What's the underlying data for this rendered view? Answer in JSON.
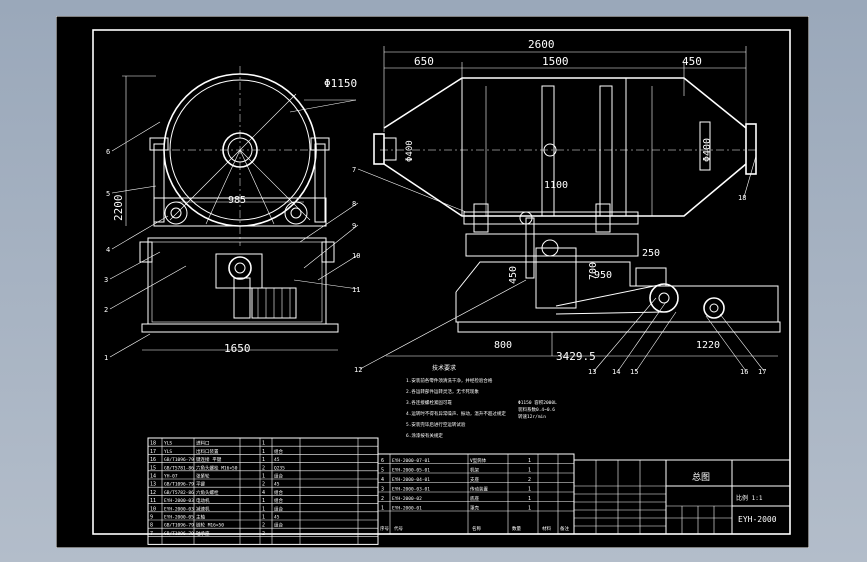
{
  "drawing": {
    "dimensions": {
      "front_dia": "Φ1150",
      "front_height": "2200",
      "front_mid_width": "985",
      "front_base_width": "1650",
      "side_total": "2600",
      "side_left": "650",
      "side_mid": "1500",
      "side_right": "450",
      "side_pipe_dia": "Φ400",
      "side_inner": "1100",
      "side_h450": "450",
      "side_700": "700",
      "side_950": "950",
      "side_250": "250",
      "side_800": "800",
      "side_3429": "3429.5",
      "side_1220": "1220"
    },
    "balloons": [
      "1",
      "2",
      "3",
      "4",
      "5",
      "6",
      "7",
      "8",
      "9",
      "10",
      "11",
      "12",
      "13",
      "14",
      "15",
      "16",
      "17",
      "18"
    ],
    "notes": [
      "1.安装前各零件须清洗干净，并经检验合格",
      "2.各运转部件运转灵活，无卡死现象",
      "3.各连接螺栓紧固可靠",
      "4.运转时不得有异常噪声、振动，温升不超过规定",
      "5.安装完毕后进行空运转试验",
      "6.涂漆按有关规定"
    ],
    "notes_title": "技术要求",
    "side_note": [
      "Φ1150 容积2000L",
      "装料系数0.4~0.6",
      "转速12r/min"
    ],
    "parts": [
      {
        "no": "18",
        "code": "YLS",
        "name": "进料口",
        "qty": "1",
        "mat": "",
        "note": ""
      },
      {
        "no": "17",
        "code": "YLS",
        "name": "出料口装置",
        "qty": "1",
        "mat": "组合",
        "note": ""
      },
      {
        "no": "16",
        "code": "GB/T1096-79",
        "name": "键连接 平键",
        "qty": "1",
        "mat": "45",
        "note": ""
      },
      {
        "no": "15",
        "code": "GB/T5781-86",
        "name": "六角头螺栓 M16×50",
        "qty": "2",
        "mat": "Q235",
        "note": ""
      },
      {
        "no": "14",
        "code": "YH-07",
        "name": "张紧轮",
        "qty": "1",
        "mat": "组合",
        "note": ""
      },
      {
        "no": "13",
        "code": "GB/T1096-79",
        "name": "平键",
        "qty": "2",
        "mat": "45",
        "note": ""
      },
      {
        "no": "12",
        "code": "GB/T5782-86",
        "name": "六角头螺栓",
        "qty": "4",
        "mat": "组合",
        "note": ""
      },
      {
        "no": "11",
        "code": "EYH-2000-03",
        "name": "电动机",
        "qty": "1",
        "mat": "组合",
        "note": ""
      },
      {
        "no": "10",
        "code": "EYH-2000-03",
        "name": "减速机",
        "qty": "1",
        "mat": "组合",
        "note": ""
      },
      {
        "no": "9",
        "code": "EYH-2000-05",
        "name": "主轴",
        "qty": "1",
        "mat": "45",
        "note": ""
      },
      {
        "no": "8",
        "code": "GB/T1096-79",
        "name": "链轮 M16×50",
        "qty": "2",
        "mat": "组合",
        "note": ""
      },
      {
        "no": "7",
        "code": "GB/T1096-79",
        "name": "轴承座",
        "qty": "2",
        "mat": "",
        "note": ""
      }
    ],
    "parts_right": [
      {
        "no": "6",
        "code": "EYH-2000-07-01",
        "name": "V型筒体",
        "qty": "1"
      },
      {
        "no": "5",
        "code": "EYH-2000-05-01",
        "name": "机架",
        "qty": "1"
      },
      {
        "no": "4",
        "code": "EYH-2000-04-01",
        "name": "支座",
        "qty": "2"
      },
      {
        "no": "3",
        "code": "EYH-2000-03-01",
        "name": "传动装置",
        "qty": "1"
      },
      {
        "no": "2",
        "code": "EYH-2000-02",
        "name": "底座",
        "qty": "1"
      },
      {
        "no": "1",
        "code": "EYH-2000-01",
        "name": "罩壳",
        "qty": "1"
      }
    ],
    "title_block": {
      "title": "总图",
      "scale_label": "比例 1:1",
      "code": "EYH-2000",
      "headers": [
        "序号",
        "代号",
        "名称",
        "数量",
        "材料",
        "备注"
      ]
    }
  }
}
